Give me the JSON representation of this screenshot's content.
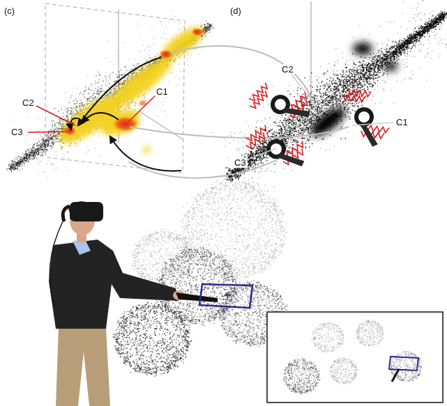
{
  "diagram": {
    "labels": [
      "(c)",
      "C2",
      "C3",
      "C1",
      "(d)",
      "C2",
      "C1",
      "C3"
    ]
  }
}
